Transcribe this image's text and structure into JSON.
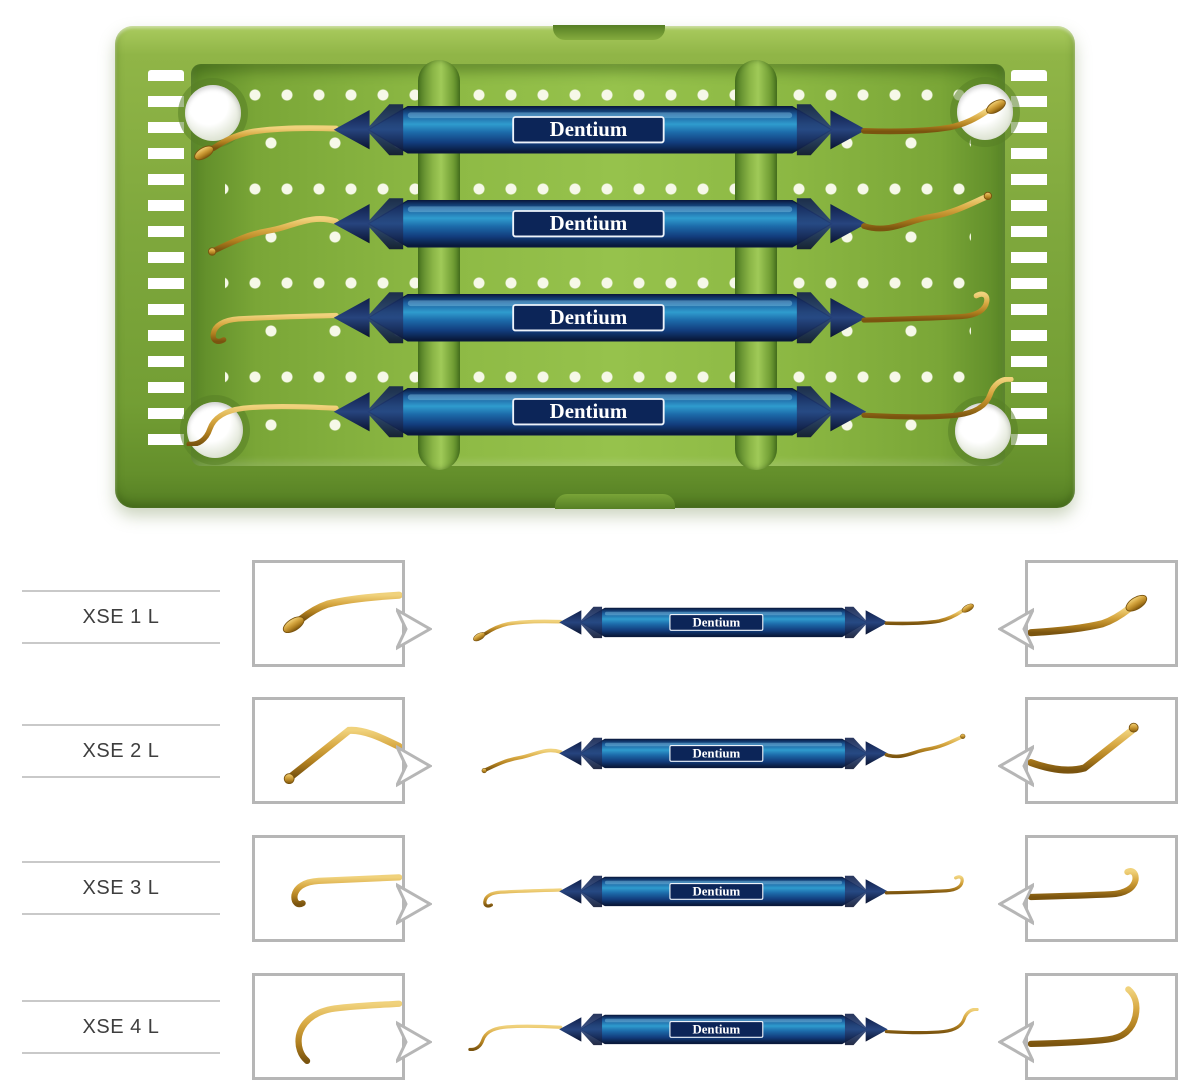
{
  "brand_label": "Dentium",
  "catalog": {
    "rows": [
      {
        "label": "XSE 1 L"
      },
      {
        "label": "XSE 2 L"
      },
      {
        "label": "XSE 3 L"
      },
      {
        "label": "XSE 4 L"
      }
    ]
  },
  "colors": {
    "tray_green": "#7fa83d",
    "handle_blue_bright": "#2f9cce",
    "handle_navy": "#0c2558",
    "gold": "#c79735",
    "box_border": "#b6b6b6",
    "divider_gray": "#c9c9c9",
    "label_text": "#3e3e3e"
  }
}
